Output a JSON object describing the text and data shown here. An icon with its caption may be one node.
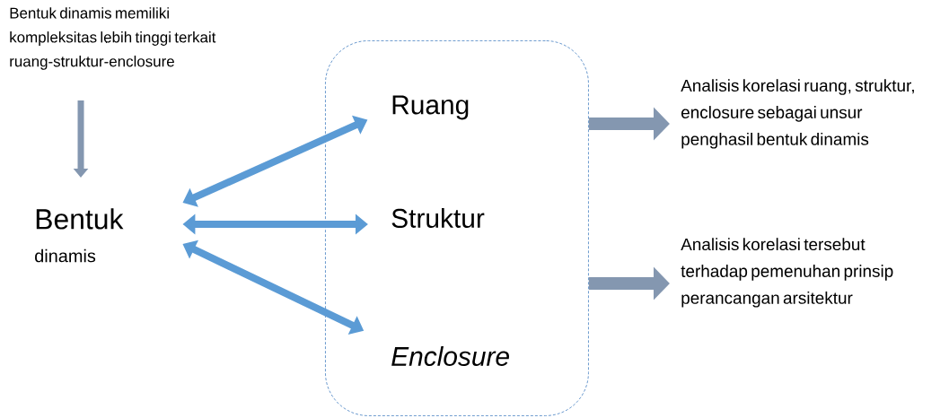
{
  "diagram": {
    "nodes": [
      {
        "text": [
          "Bentuk dinamis memiliki kompleksitas lebih tinggi terkait ruang-struktur-enclosure"
        ]
      },
      {
        "text": [
          "Bentuk",
          "dinamis"
        ]
      },
      {
        "text": [],
        "shape": "box"
      },
      {
        "text": [
          "Ruang"
        ],
        "in": 2
      },
      {
        "text": [
          "Struktur"
        ],
        "in": 2
      },
      {
        "text": [
          "Enclosure"
        ],
        "in": 2
      },
      {
        "text": [
          "Analisis korelasi ruang, struktur, enclosure sebagai unsur penghasil bentuk dinamis"
        ]
      },
      {
        "text": [
          "Analisis korelasi tersebut terhadap pemenuhan prinsip perancangan arsitektur"
        ]
      }
    ],
    "edges": [
      {
        "from": 0,
        "to": 1,
        "arrow": "to",
        "color": "#8497b0"
      },
      {
        "from": 1,
        "to": 3,
        "arrow": "both",
        "color": "#5b9bd5"
      },
      {
        "from": 1,
        "to": 4,
        "arrow": "both",
        "color": "#5b9bd5"
      },
      {
        "from": 1,
        "to": 5,
        "arrow": "both",
        "color": "#5b9bd5"
      },
      {
        "from": 2,
        "to": 6,
        "arrow": "to",
        "color": "#8497b0"
      },
      {
        "from": 2,
        "to": 7,
        "arrow": "to",
        "color": "#8497b0"
      }
    ]
  }
}
